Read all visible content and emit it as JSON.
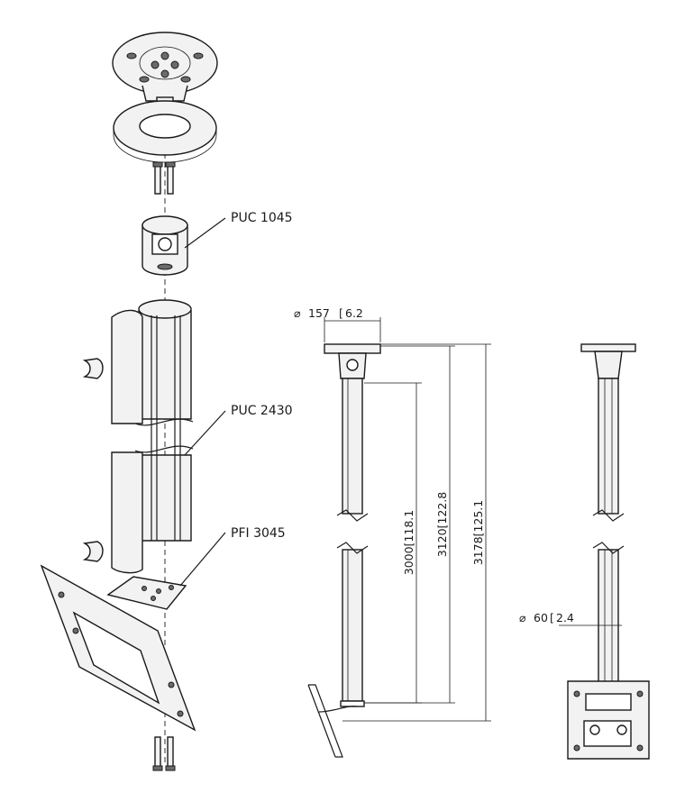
{
  "parts": [
    {
      "id": "puc1045",
      "label": "PUC 1045"
    },
    {
      "id": "puc2430",
      "label": "PUC 2430"
    },
    {
      "id": "pfi3045",
      "label": "PFI 3045"
    }
  ],
  "dimensions": {
    "plate_diameter": {
      "symbol": "⌀",
      "value": "157",
      "inch": "6.2"
    },
    "tube_diameter": {
      "symbol": "⌀",
      "value": "60",
      "inch": "2.4"
    },
    "height_min": {
      "value": "3000",
      "inch": "118.1"
    },
    "height_mid": {
      "value": "3120",
      "inch": "122.8"
    },
    "height_max": {
      "value": "3178",
      "inch": "125.1"
    }
  }
}
